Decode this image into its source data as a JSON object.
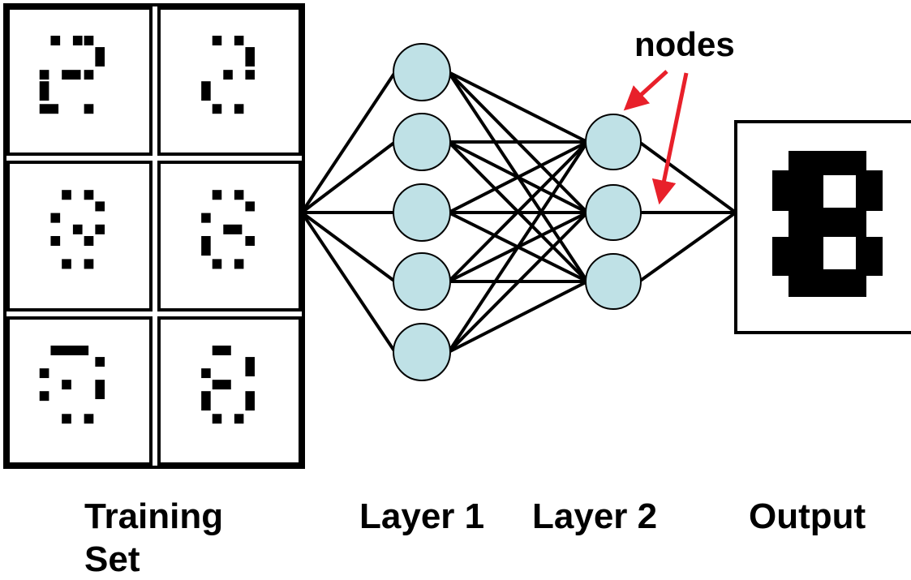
{
  "diagram": {
    "title": "",
    "annotation": "nodes",
    "labels": {
      "training_line1": "Training",
      "training_line2": "Set",
      "layer1": "Layer 1",
      "layer2": "Layer 2",
      "output": "Output"
    },
    "layer1_node_count": 5,
    "layer2_node_count": 3,
    "training_images": 6,
    "node_fill": "#bfe1e6",
    "arrow_color": "#e8202a",
    "line_color": "#000000"
  }
}
